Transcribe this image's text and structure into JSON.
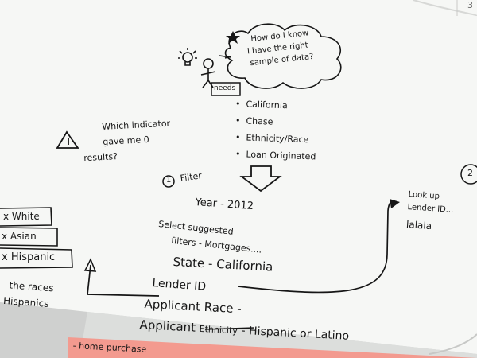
{
  "thought_bubble": {
    "line1": "How do I know",
    "line2": "I have the right",
    "line3": "sample of data?"
  },
  "needs": {
    "tag": "needs",
    "items": [
      "California",
      "Chase",
      "Ethnicity/Race",
      "Loan Originated"
    ]
  },
  "indicator_question": {
    "line1": "Which indicator",
    "line2": "gave me 0",
    "line3": "results?"
  },
  "step_one": {
    "number": "1",
    "title": "Filter"
  },
  "filters": {
    "year": "Year - 2012",
    "suggested_line1": "Select suggested",
    "suggested_line2": "filters - Mortgages....",
    "state": "State - California",
    "lender": "Lender ID",
    "race": "Applicant Race -",
    "ethnicity_label": "Applicant",
    "ethnicity_struck": "Ethnicity",
    "ethnicity_value": "- Hispanic or Latino"
  },
  "lookup": {
    "line1": "Look up",
    "line2": "Lender ID...",
    "line3": "lalala"
  },
  "race_boxes": [
    "x White",
    "x Asian",
    "x Hispanic"
  ],
  "race_note": {
    "line1": "the races",
    "line2": "Hispanics"
  },
  "sticky": {
    "text": "- home purchase"
  },
  "page_marker": {
    "corner_number": "3",
    "step_two": "2"
  },
  "colors": {
    "paper": "#f6f7f5",
    "ink": "#161616",
    "sticky": "#f39a8f",
    "desk": "#cfd0cf"
  }
}
